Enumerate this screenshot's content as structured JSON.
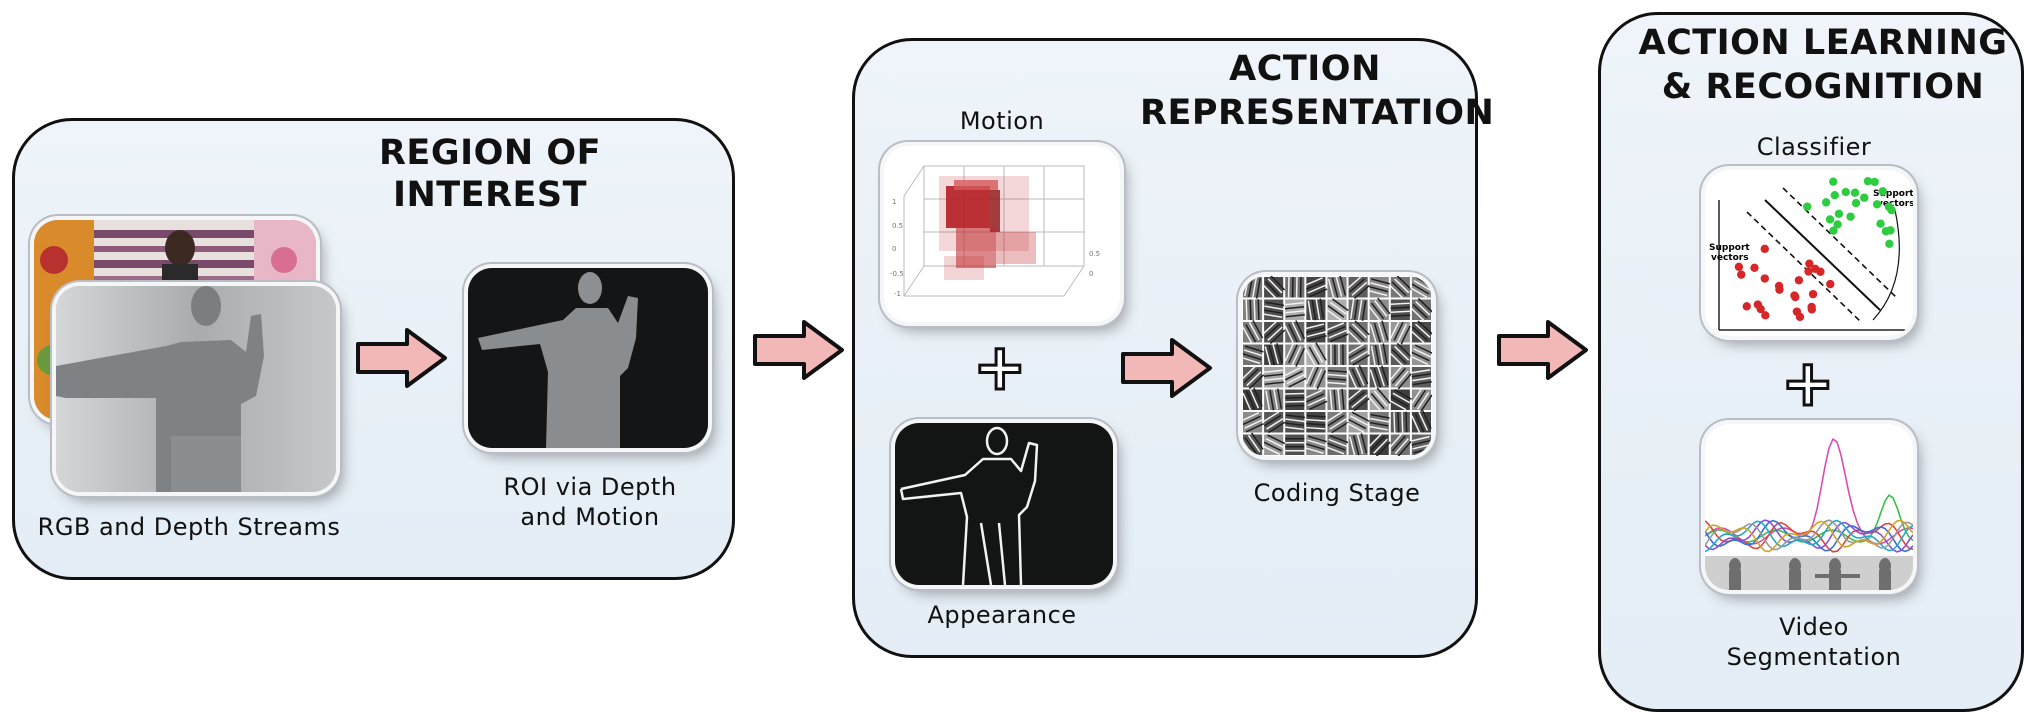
{
  "panels": {
    "roi": {
      "title": "REGION OF INTEREST",
      "rgb_depth_caption": "RGB and Depth Streams",
      "roi_caption_line1": "ROI via Depth",
      "roi_caption_line2": "and Motion"
    },
    "representation": {
      "title_line1": "ACTION",
      "title_line2": "REPRESENTATION",
      "motion_label": "Motion",
      "appearance_label": "Appearance",
      "coding_label": "Coding Stage"
    },
    "learning": {
      "title_line1": "ACTION LEARNING",
      "title_line2": "& RECOGNITION",
      "classifier_label": "Classifier",
      "support_vectors_label": "Support vectors",
      "segmentation_line1": "Video",
      "segmentation_line2": "Segmentation"
    }
  },
  "plus_symbol": "+",
  "colors": {
    "arrow_fill": "#f2b8b8",
    "panel_bg": "#eaf1f7",
    "border": "#111111",
    "motion_cube": "#c0262a",
    "svm_class_a": "#2ecc40",
    "svm_class_b": "#d62728"
  }
}
